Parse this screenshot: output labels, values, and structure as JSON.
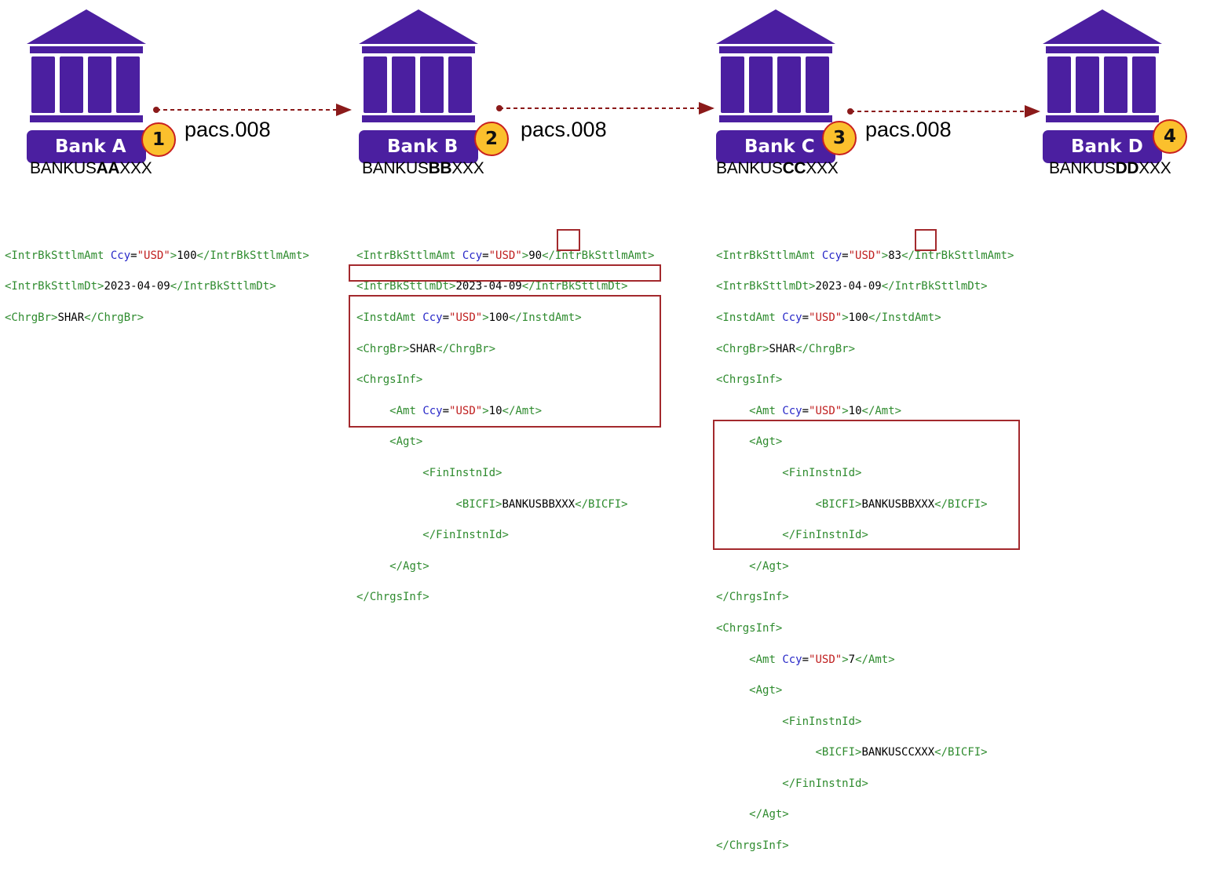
{
  "colors": {
    "bank": "#4b1fa0",
    "badge": "#fbc02d",
    "badge_border": "#c9201f",
    "arrow": "#8b1a1a",
    "xml_tag": "#2e8b2e",
    "xml_attr": "#2929c8",
    "xml_value": "#c02020",
    "highlight_box": "#a3292d"
  },
  "icons": {
    "bank": "bank-building-icon"
  },
  "banks": [
    {
      "name": "Bank A",
      "step": "1",
      "bic_prefix": "BANKUS",
      "bic_code": "AA",
      "bic_suffix": "XXX"
    },
    {
      "name": "Bank B",
      "step": "2",
      "bic_prefix": "BANKUS",
      "bic_code": "BB",
      "bic_suffix": "XXX"
    },
    {
      "name": "Bank C",
      "step": "3",
      "bic_prefix": "BANKUS",
      "bic_code": "CC",
      "bic_suffix": "XXX"
    },
    {
      "name": "Bank D",
      "step": "4",
      "bic_prefix": "BANKUS",
      "bic_code": "DD",
      "bic_suffix": "XXX"
    }
  ],
  "messages": [
    "pacs.008",
    "pacs.008",
    "pacs.008"
  ],
  "xml_blocks": [
    {
      "settlement_amount": "100",
      "settlement_date": "2023-04-09",
      "charge_bearer": "SHAR"
    },
    {
      "settlement_amount": "90",
      "settlement_date": "2023-04-09",
      "instructed_amount": "100",
      "charge_bearer": "SHAR",
      "charges": [
        {
          "amount": "10",
          "bicfi": "BANKUSBBXXX"
        }
      ]
    },
    {
      "settlement_amount": "83",
      "settlement_date": "2023-04-09",
      "instructed_amount": "100",
      "charge_bearer": "SHAR",
      "charges": [
        {
          "amount": "10",
          "bicfi": "BANKUSBBXXX"
        },
        {
          "amount": "7",
          "bicfi": "BANKUSCCXXX"
        }
      ]
    }
  ],
  "currency": "USD"
}
